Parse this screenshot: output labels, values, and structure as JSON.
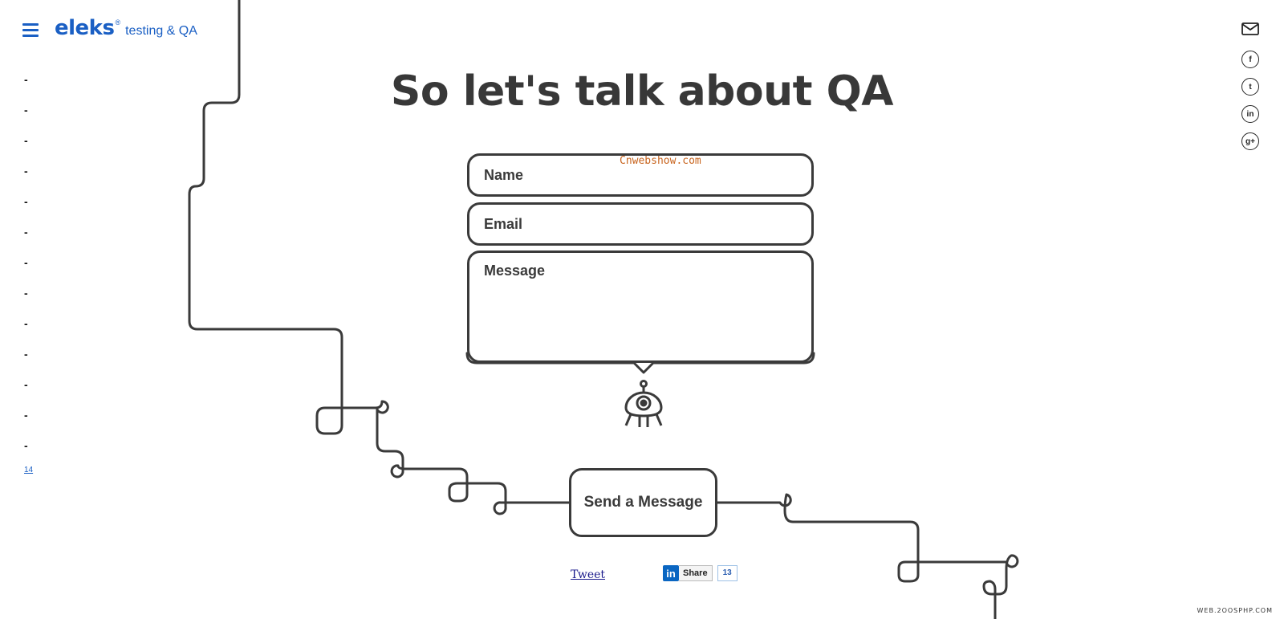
{
  "header": {
    "logo_main": "eleks",
    "logo_reg": "®",
    "logo_sub": "testing & QA"
  },
  "nav": {
    "items": [
      "-",
      "-",
      "-",
      "-",
      "-",
      "-",
      "-",
      "-",
      "-",
      "-",
      "-",
      "-",
      "-"
    ],
    "last_item": "14"
  },
  "social": {
    "icons": [
      "mail-icon",
      "facebook-icon",
      "twitter-icon",
      "linkedin-icon",
      "google-plus-icon"
    ],
    "glyphs": [
      "f",
      "t",
      "in",
      "g+"
    ]
  },
  "main": {
    "title": "So let's talk about QA",
    "name_placeholder": "Name",
    "email_placeholder": "Email",
    "message_placeholder": "Message",
    "send_label": "Send a Message"
  },
  "watermark": "Cnwebshow.com",
  "share": {
    "tweet_label": "Tweet",
    "linkedin_logo": "in",
    "linkedin_label": "Share",
    "linkedin_count": "13"
  },
  "footer_watermark": "WEB.2OOSPHP.COM",
  "colors": {
    "brand": "#1a5fc4",
    "line": "#3a3a3a"
  }
}
